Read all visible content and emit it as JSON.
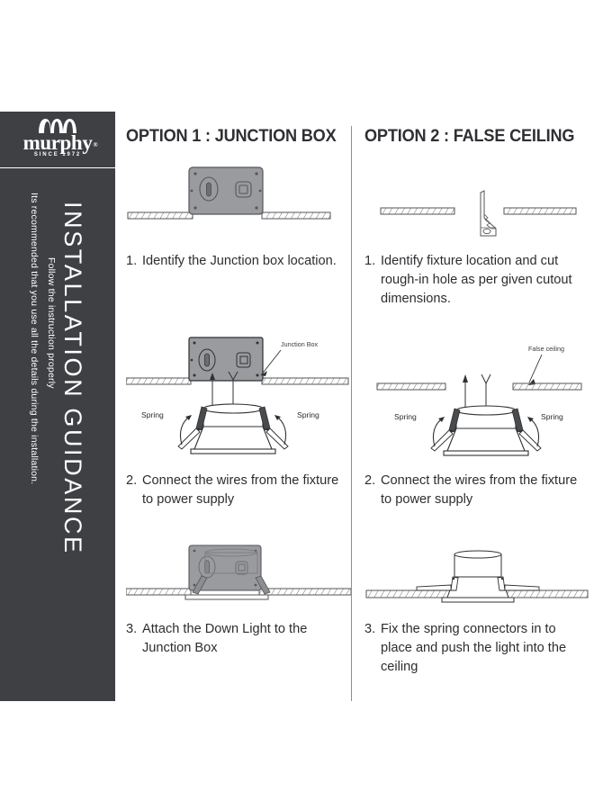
{
  "brand": {
    "wordmark": "murphy",
    "registered": "®",
    "tagline": "SINCE 1972",
    "logo_icon": "murphy-m-icon"
  },
  "sidebar": {
    "title": "INSTALLATION GUIDANCE",
    "subtitle_line1": "Follow the instruction properly",
    "subtitle_line2": "Its recommended that you use all the details during the installation.",
    "background_color": "#3e4043",
    "text_color": "#ffffff"
  },
  "columns": [
    {
      "heading": "OPTION 1 : JUNCTION BOX",
      "steps": [
        {
          "number": "1.",
          "text": "Identify the Junction box location."
        },
        {
          "number": "2.",
          "text": "Connect the wires from the fixture to power supply"
        },
        {
          "number": "3.",
          "text": "Attach the Down Light to the Junction Box"
        }
      ],
      "figures": [
        {
          "name": "junction-box-on-ceiling",
          "callouts": []
        },
        {
          "name": "downlight-wiring-to-junction-box",
          "callouts": [
            "Junction Box",
            "Spring",
            "Spring"
          ]
        },
        {
          "name": "downlight-attached-to-junction-box",
          "callouts": []
        }
      ]
    },
    {
      "heading": "OPTION 2  : FALSE CEILING",
      "steps": [
        {
          "number": "1.",
          "text": "Identify fixture location and cut rough-in hole as per given cutout dimensions."
        },
        {
          "number": "2.",
          "text": "Connect the wires from the fixture to power supply"
        },
        {
          "number": "3.",
          "text": "Fix the spring connectors in to place and push the light into the ceiling"
        }
      ],
      "figures": [
        {
          "name": "ceiling-cutout-with-drywall-saw",
          "callouts": []
        },
        {
          "name": "downlight-springs-at-false-ceiling",
          "callouts": [
            "False ceiling",
            "Spring",
            "Spring"
          ]
        },
        {
          "name": "downlight-installed-in-false-ceiling",
          "callouts": []
        }
      ]
    }
  ],
  "labels": {
    "junction_box": "Junction Box",
    "false_ceiling": "False ceiling",
    "spring_left": "Spring",
    "spring_right": "Spring"
  },
  "colors": {
    "panel": "#3e4043",
    "ink": "#2c2d30",
    "divider": "#8d8f92",
    "metal_fill": "#9a9b9e",
    "metal_stroke": "#55565a",
    "line": "#3b3c3f",
    "page": "#ffffff"
  }
}
